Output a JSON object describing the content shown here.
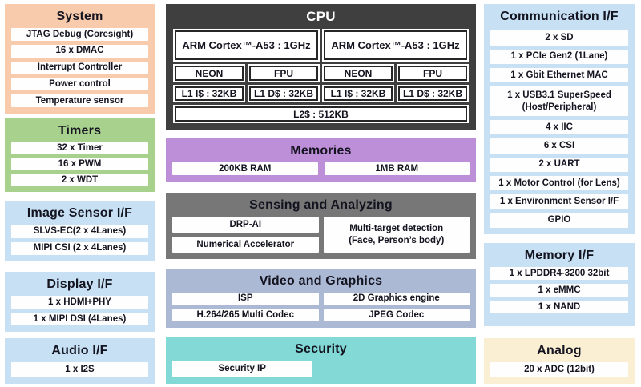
{
  "colors": {
    "system_fill": "#F8CBAD",
    "timers_fill": "#A9D18E",
    "interface_fill": "#C7E0F4",
    "cpu_fill": "#3F3F3F",
    "memories_fill": "#BE8FD9",
    "sensing_fill": "#777777",
    "video_fill": "#ACB9D4",
    "security_fill": "#82D9D5",
    "analog_fill": "#FBEFD3",
    "box_fill": "#FFFFFF",
    "title_text": "#141420",
    "cpu_title_text": "#FFFFFF"
  },
  "blocks": {
    "system": {
      "title": "System",
      "items": [
        "JTAG Debug (Coresight)",
        "16 x DMAC",
        "Interrupt Controller",
        "Power control",
        "Temperature sensor"
      ]
    },
    "timers": {
      "title": "Timers",
      "items": [
        "32 x Timer",
        "16 x PWM",
        "2 x WDT"
      ]
    },
    "image_sensor": {
      "title": "Image Sensor I/F",
      "items": [
        "SLVS-EC(2 x 4Lanes)",
        "MIPI CSI (2 x 4Lanes)"
      ]
    },
    "display": {
      "title": "Display I/F",
      "items": [
        "1 x HDMI+PHY",
        "1 x MIPI DSI (4Lanes)"
      ]
    },
    "audio": {
      "title": "Audio I/F",
      "items": [
        "1 x I2S"
      ]
    },
    "cpu": {
      "title": "CPU",
      "cores": [
        "ARM Cortex™-A53  : 1GHz",
        "ARM Cortex™-A53  : 1GHz"
      ],
      "units": [
        "NEON",
        "FPU",
        "NEON",
        "FPU"
      ],
      "l1": [
        "L1 I$ : 32KB",
        "L1 D$ : 32KB",
        "L1 I$ : 32KB",
        "L1 D$ : 32KB"
      ],
      "l2": "L2$ : 512KB"
    },
    "memories": {
      "title": "Memories",
      "items": [
        "200KB RAM",
        "1MB RAM"
      ]
    },
    "sensing": {
      "title": "Sensing and Analyzing",
      "left_items": [
        "DRP-AI",
        "Numerical Accelerator"
      ],
      "right_item": "Multi-target detection\n(Face, Person’s body)"
    },
    "video": {
      "title": "Video and Graphics",
      "items": [
        "ISP",
        "2D Graphics engine",
        "H.264/265 Multi Codec",
        "JPEG Codec"
      ]
    },
    "security": {
      "title": "Security",
      "items": [
        "Security IP"
      ]
    },
    "comm": {
      "title": "Communication I/F",
      "items": [
        "2 x SD",
        "1 x PCIe Gen2 (1Lane)",
        "1 x Gbit Ethernet MAC",
        "1 x USB3.1 SuperSpeed\n(Host/Peripheral)",
        "4 x IIC",
        "6 x CSI",
        "2 x UART",
        "1 x Motor Control (for Lens)",
        "1 x Environment Sensor I/F",
        "GPIO"
      ]
    },
    "memory_if": {
      "title": "Memory I/F",
      "items": [
        "1 x LPDDR4-3200 32bit",
        "1 x eMMC",
        "1 x NAND"
      ]
    },
    "analog": {
      "title": "Analog",
      "items": [
        "20 x ADC (12bit)"
      ]
    }
  }
}
